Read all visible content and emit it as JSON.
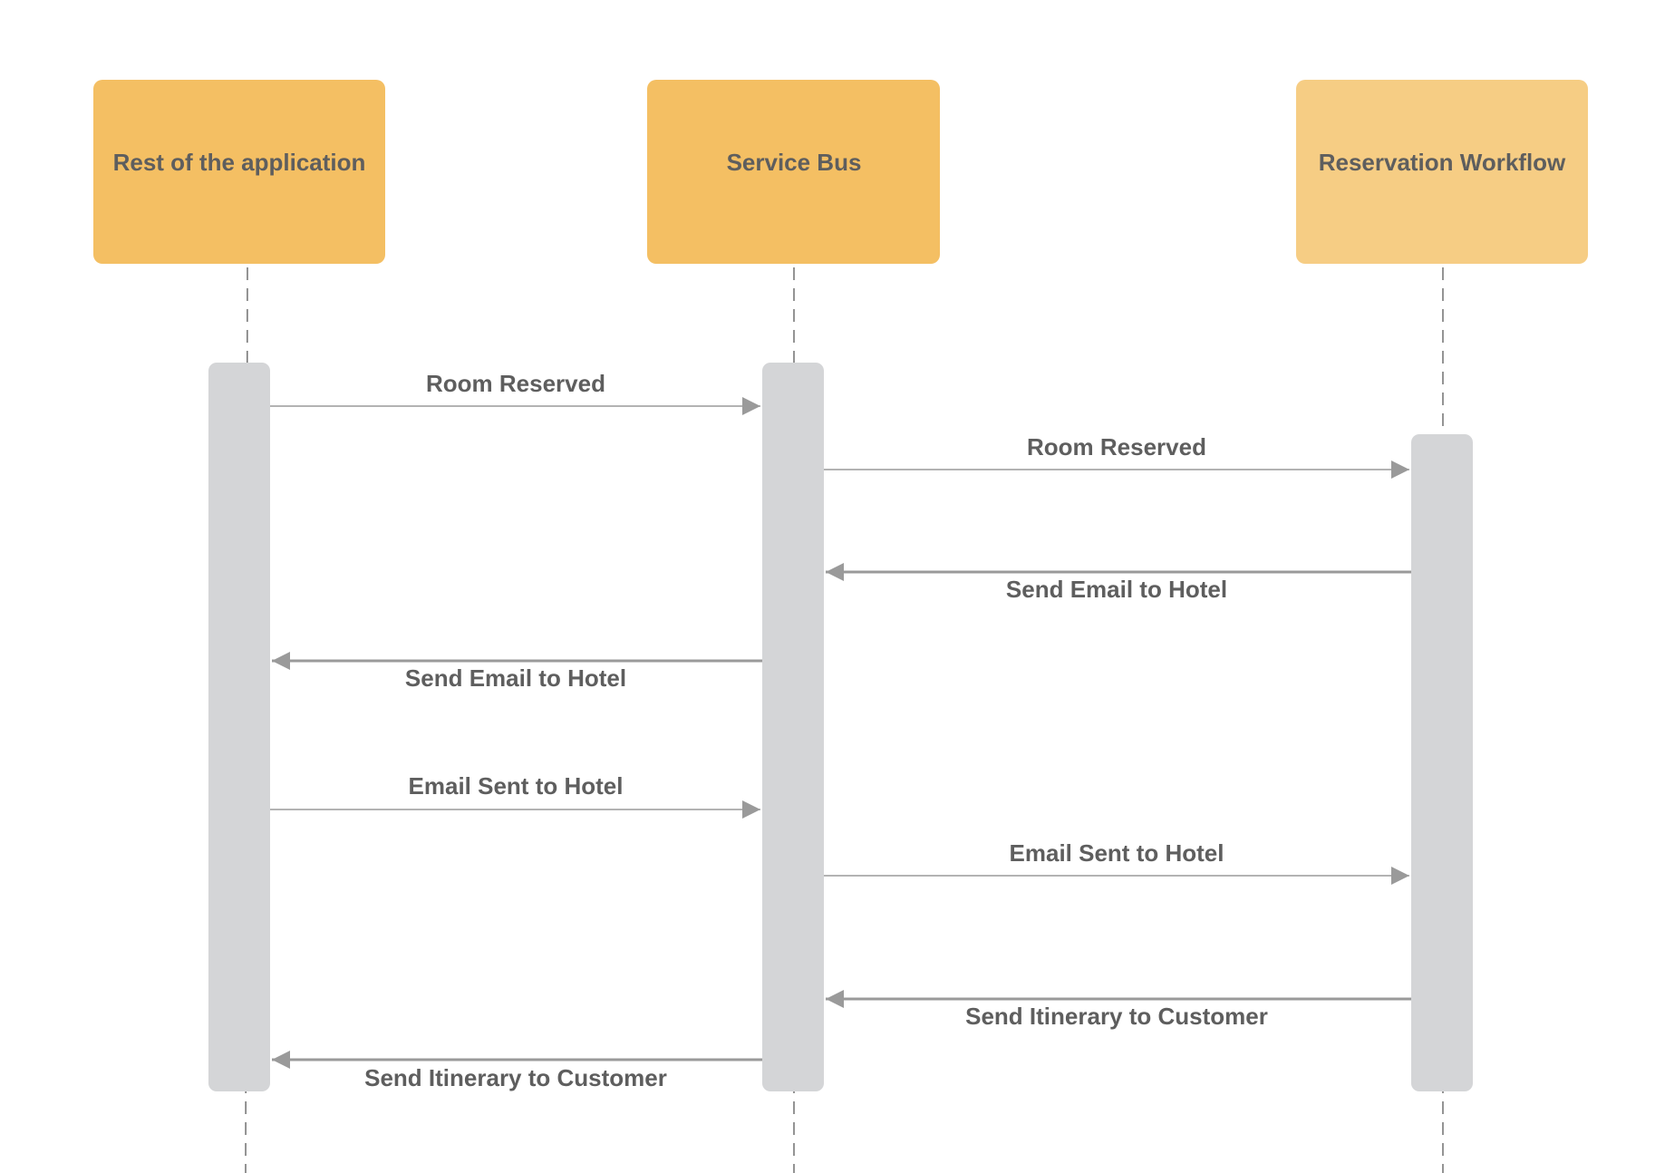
{
  "diagram": {
    "type": "sequence",
    "colors": {
      "participant_fill": "#f4bf63",
      "participant_fill_light": "#f6cd84",
      "activation_fill": "#d4d5d7",
      "lifeline": "#707070",
      "arrow": "#9a9a9a",
      "text": "#5e5e5e"
    },
    "participants": [
      {
        "id": "app",
        "label": "Rest of the application"
      },
      {
        "id": "bus",
        "label": "Service Bus"
      },
      {
        "id": "workflow",
        "label": "Reservation Workflow"
      }
    ],
    "messages": [
      {
        "from": "app",
        "to": "bus",
        "label": "Room Reserved"
      },
      {
        "from": "bus",
        "to": "workflow",
        "label": "Room Reserved"
      },
      {
        "from": "workflow",
        "to": "bus",
        "label": "Send Email to Hotel"
      },
      {
        "from": "bus",
        "to": "app",
        "label": "Send Email to Hotel"
      },
      {
        "from": "app",
        "to": "bus",
        "label": "Email Sent to Hotel"
      },
      {
        "from": "bus",
        "to": "workflow",
        "label": "Email Sent to Hotel"
      },
      {
        "from": "workflow",
        "to": "bus",
        "label": "Send Itinerary to Customer"
      },
      {
        "from": "bus",
        "to": "app",
        "label": "Send Itinerary to Customer"
      }
    ]
  }
}
